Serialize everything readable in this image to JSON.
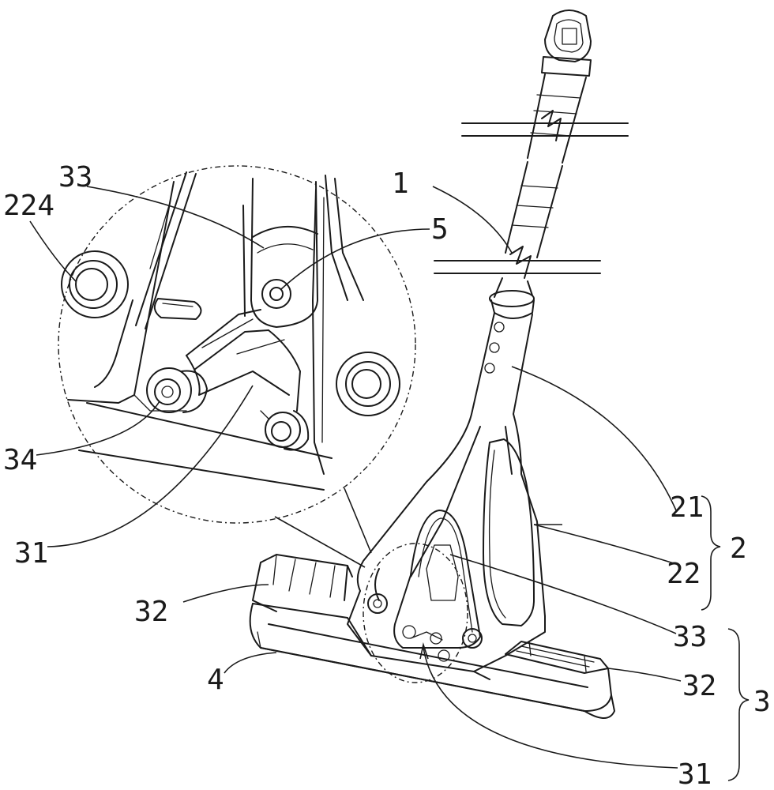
{
  "labels": {
    "l224": "224",
    "l33a": "33",
    "l5": "5",
    "l1": "1",
    "l34": "34",
    "l31a": "31",
    "l21": "21",
    "l22": "22",
    "l2": "2",
    "l32a": "32",
    "l4": "4",
    "l33b": "33",
    "l32b": "32",
    "l3": "3",
    "l31b": "31"
  }
}
